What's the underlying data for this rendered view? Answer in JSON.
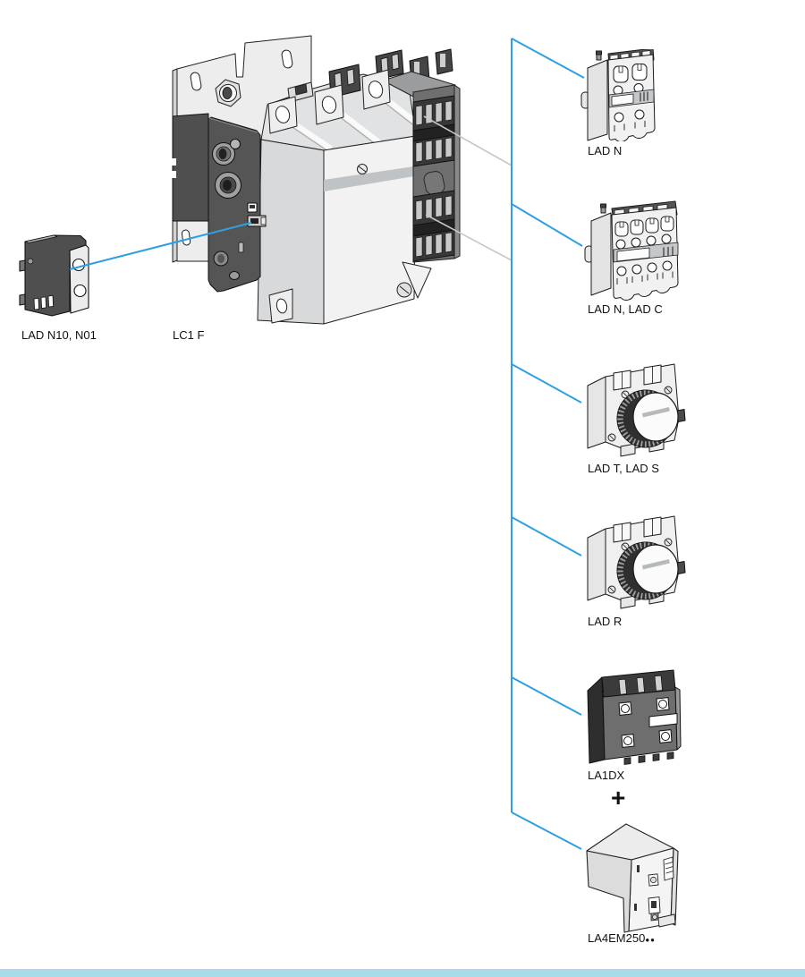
{
  "diagram": {
    "main_unit": {
      "label": "LC1 F"
    },
    "left_accessory": {
      "label": "LAD N10, N01"
    },
    "right_accessories": [
      {
        "label": "LAD N"
      },
      {
        "label": "LAD N, LAD C"
      },
      {
        "label": "LAD T, LAD S"
      },
      {
        "label": "LAD R"
      },
      {
        "label": "LA1DX"
      },
      {
        "label": "LA4EM250",
        "label_suffix_dots": "●●"
      }
    ],
    "combiner": {
      "plus_symbol": "+"
    },
    "colors": {
      "connector_blue": "#2d9fe2",
      "leader_gray": "#c7c7c7",
      "footer_bar": "#a6dbe7"
    }
  }
}
